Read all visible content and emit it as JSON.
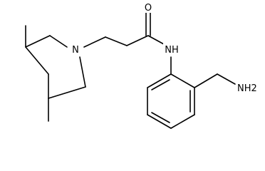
{
  "molecule": {
    "atoms": {
      "oxygen": "O",
      "amide_nitrogen": "NH",
      "ring_nitrogen": "N",
      "amine": "NH2"
    }
  },
  "colors": {
    "background": "#ffffff",
    "ink": "#000000"
  }
}
